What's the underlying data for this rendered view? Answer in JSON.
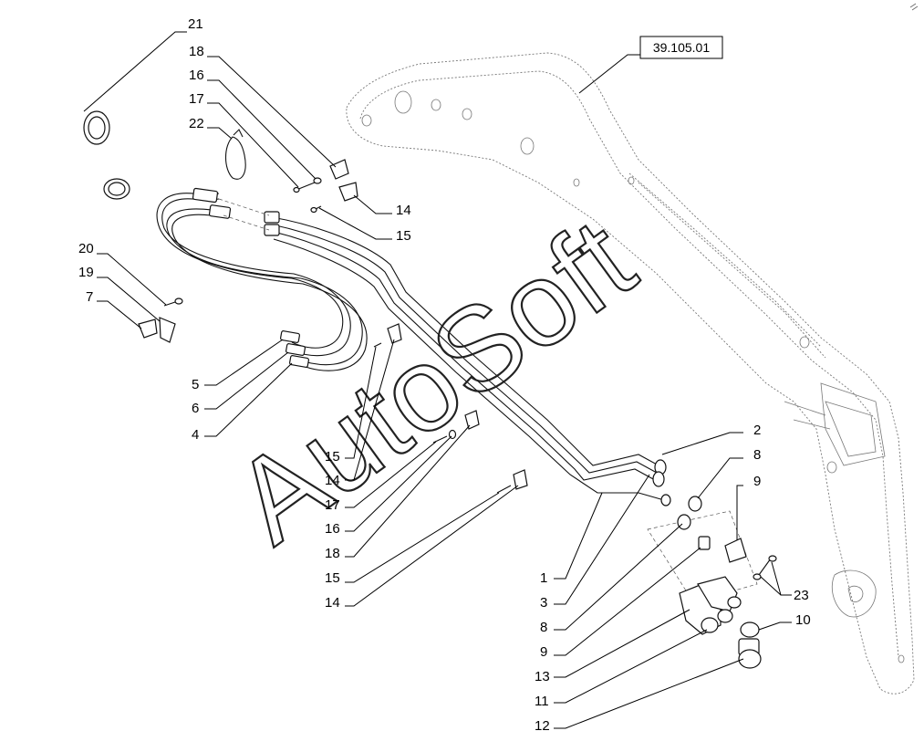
{
  "reference_box": {
    "label": "39.105.01"
  },
  "watermark": {
    "text": "AutoSoft"
  },
  "callouts": [
    {
      "id": "c21",
      "label": "21"
    },
    {
      "id": "c18a",
      "label": "18"
    },
    {
      "id": "c16a",
      "label": "16"
    },
    {
      "id": "c17a",
      "label": "17"
    },
    {
      "id": "c22",
      "label": "22"
    },
    {
      "id": "c14a",
      "label": "14"
    },
    {
      "id": "c15a",
      "label": "15"
    },
    {
      "id": "c20",
      "label": "20"
    },
    {
      "id": "c19",
      "label": "19"
    },
    {
      "id": "c7",
      "label": "7"
    },
    {
      "id": "c5",
      "label": "5"
    },
    {
      "id": "c6",
      "label": "6"
    },
    {
      "id": "c4",
      "label": "4"
    },
    {
      "id": "c15b",
      "label": "15"
    },
    {
      "id": "c14b",
      "label": "14"
    },
    {
      "id": "c17b",
      "label": "17"
    },
    {
      "id": "c16b",
      "label": "16"
    },
    {
      "id": "c18b",
      "label": "18"
    },
    {
      "id": "c15c",
      "label": "15"
    },
    {
      "id": "c14c",
      "label": "14"
    },
    {
      "id": "c2",
      "label": "2"
    },
    {
      "id": "c8a",
      "label": "8"
    },
    {
      "id": "c9a",
      "label": "9"
    },
    {
      "id": "c1",
      "label": "1"
    },
    {
      "id": "c3",
      "label": "3"
    },
    {
      "id": "c8b",
      "label": "8"
    },
    {
      "id": "c9b",
      "label": "9"
    },
    {
      "id": "c13",
      "label": "13"
    },
    {
      "id": "c11",
      "label": "11"
    },
    {
      "id": "c12",
      "label": "12"
    },
    {
      "id": "c10",
      "label": "10"
    },
    {
      "id": "c23",
      "label": "23"
    }
  ]
}
